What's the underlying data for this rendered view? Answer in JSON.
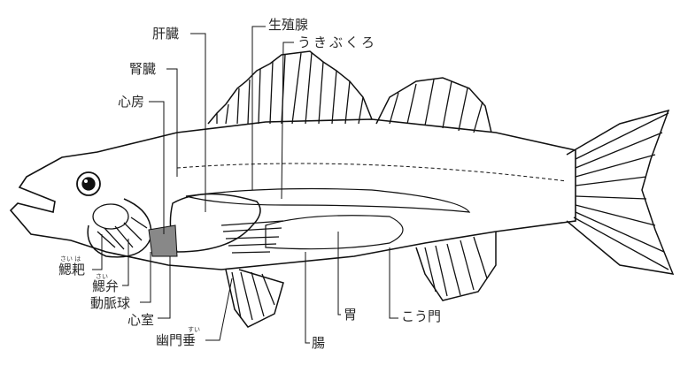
{
  "title": "魚の内部構造",
  "labels": {
    "liver": "肝臓",
    "gonad": "生殖腺",
    "swim_bladder": "うきぶくろ",
    "kidney": "腎臓",
    "atrium": "心房",
    "gill_rakers": "鰓耙",
    "gill_rakers_ruby": "さい  は",
    "gill_filaments": "鰓弁",
    "gill_filaments_ruby": "さい",
    "bulbus_arteriosus": "動脈球",
    "ventricle": "心室",
    "pyloric_caeca": "幽門垂",
    "pyloric_caeca_ruby": "すい",
    "stomach": "胃",
    "intestine": "腸",
    "anus": "こう門"
  }
}
